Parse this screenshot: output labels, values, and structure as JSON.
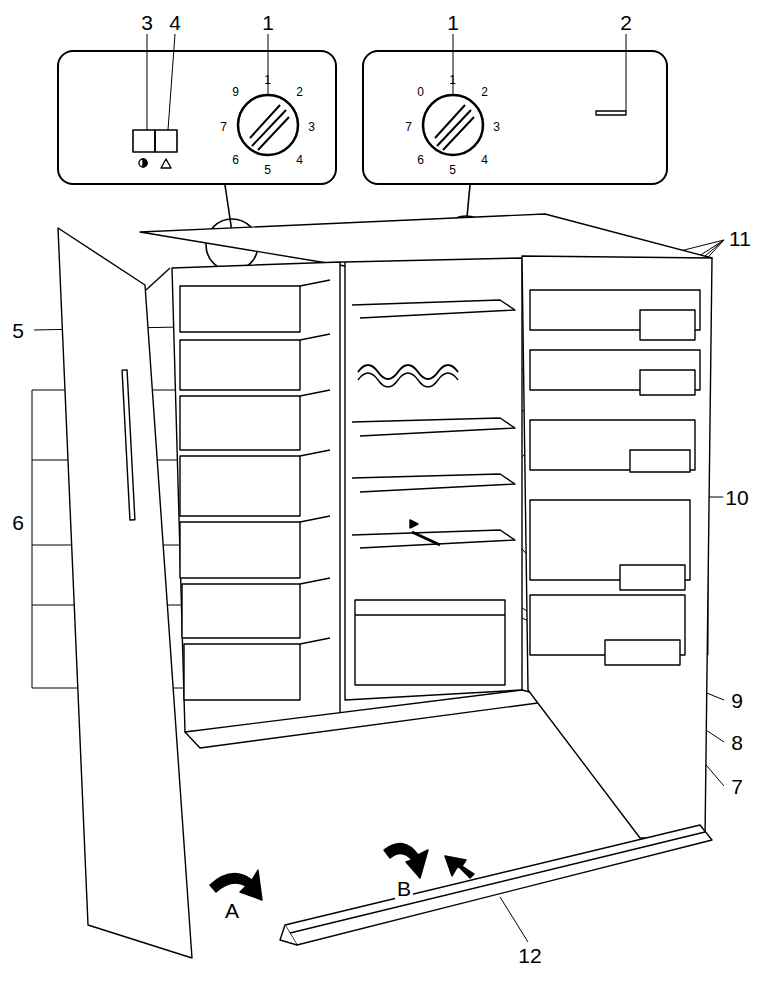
{
  "diagram": {
    "nodes": [
      {
        "text": [
          "1",
          "2",
          "3",
          "4",
          "5",
          "6",
          "7",
          "9"
        ]
      },
      {
        "text": [
          "0",
          "1",
          "2",
          "3",
          "4",
          "5",
          "6",
          "7"
        ]
      }
    ],
    "labels": [
      "3",
      "4",
      "1",
      "1",
      "2",
      "11",
      "5",
      "10",
      "6",
      "9",
      "8",
      "7",
      "A",
      "B",
      "12"
    ]
  }
}
